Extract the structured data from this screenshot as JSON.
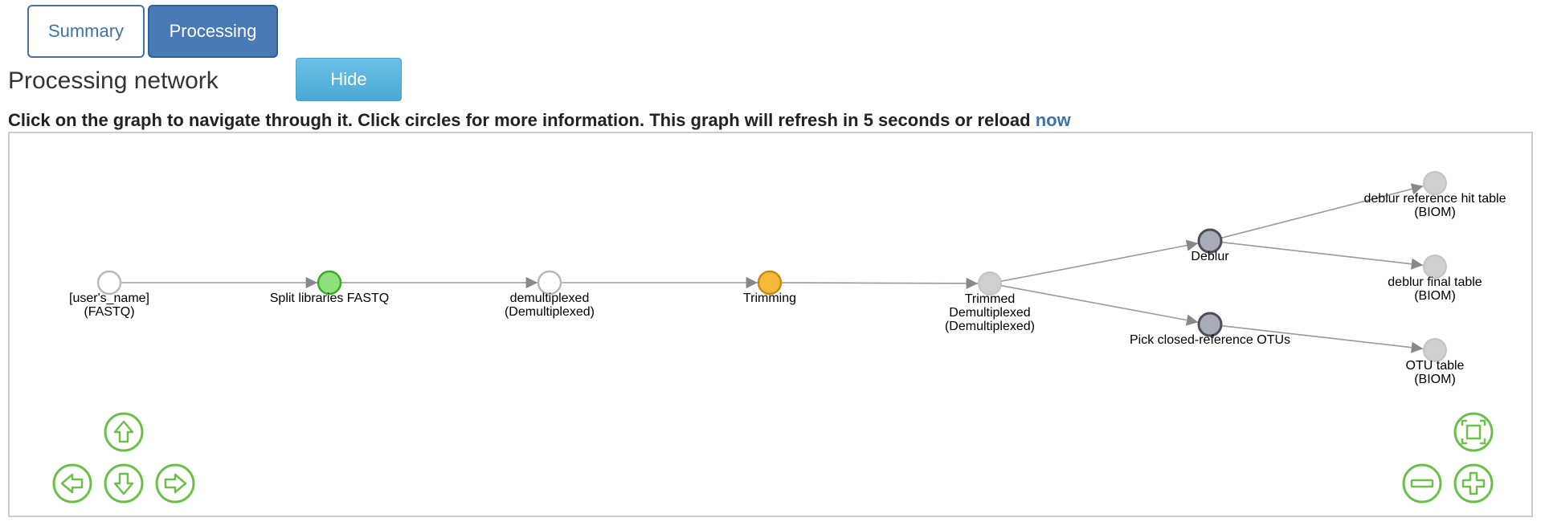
{
  "tabs": {
    "summary": "Summary",
    "processing": "Processing"
  },
  "section_title": "Processing network",
  "hide_button": "Hide",
  "instructions": {
    "text": "Click on the graph to navigate through it. Click circles for more information. This graph will refresh in 5 seconds or reload ",
    "link": "now"
  },
  "graph": {
    "nodes": [
      {
        "id": "n1",
        "lines": [
          "[user's_name]",
          "(FASTQ)"
        ],
        "kind": "artifact",
        "status": "none"
      },
      {
        "id": "n2",
        "lines": [
          "Split libraries FASTQ"
        ],
        "kind": "job",
        "status": "success"
      },
      {
        "id": "n3",
        "lines": [
          "demultiplexed",
          "(Demultiplexed)"
        ],
        "kind": "artifact",
        "status": "none"
      },
      {
        "id": "n4",
        "lines": [
          "Trimming"
        ],
        "kind": "job",
        "status": "running"
      },
      {
        "id": "n5",
        "lines": [
          "Trimmed",
          "Demultiplexed",
          "(Demultiplexed)"
        ],
        "kind": "artifact",
        "status": "pending"
      },
      {
        "id": "n6",
        "lines": [
          "Deblur"
        ],
        "kind": "job",
        "status": "queued"
      },
      {
        "id": "n7",
        "lines": [
          "Pick closed-reference OTUs"
        ],
        "kind": "job",
        "status": "queued"
      },
      {
        "id": "n8",
        "lines": [
          "deblur reference hit table",
          "(BIOM)"
        ],
        "kind": "artifact",
        "status": "pending"
      },
      {
        "id": "n9",
        "lines": [
          "deblur final table",
          "(BIOM)"
        ],
        "kind": "artifact",
        "status": "pending"
      },
      {
        "id": "n10",
        "lines": [
          "OTU table",
          "(BIOM)"
        ],
        "kind": "artifact",
        "status": "pending"
      }
    ],
    "edges": [
      [
        "n1",
        "n2"
      ],
      [
        "n2",
        "n3"
      ],
      [
        "n3",
        "n4"
      ],
      [
        "n4",
        "n5"
      ],
      [
        "n5",
        "n6"
      ],
      [
        "n5",
        "n7"
      ],
      [
        "n6",
        "n8"
      ],
      [
        "n6",
        "n9"
      ],
      [
        "n7",
        "n10"
      ]
    ],
    "status_colors": {
      "none": "#ffffff",
      "success": "#8ee07a",
      "running": "#f5b93c",
      "pending": "#cfcfcf",
      "queued": "#a7acb8"
    },
    "controls_color": "#6cc04a",
    "controls": [
      "arrow-up-icon",
      "arrow-left-icon",
      "arrow-down-icon",
      "arrow-right-icon",
      "fit-screen-icon",
      "zoom-out-icon",
      "zoom-in-icon"
    ]
  }
}
